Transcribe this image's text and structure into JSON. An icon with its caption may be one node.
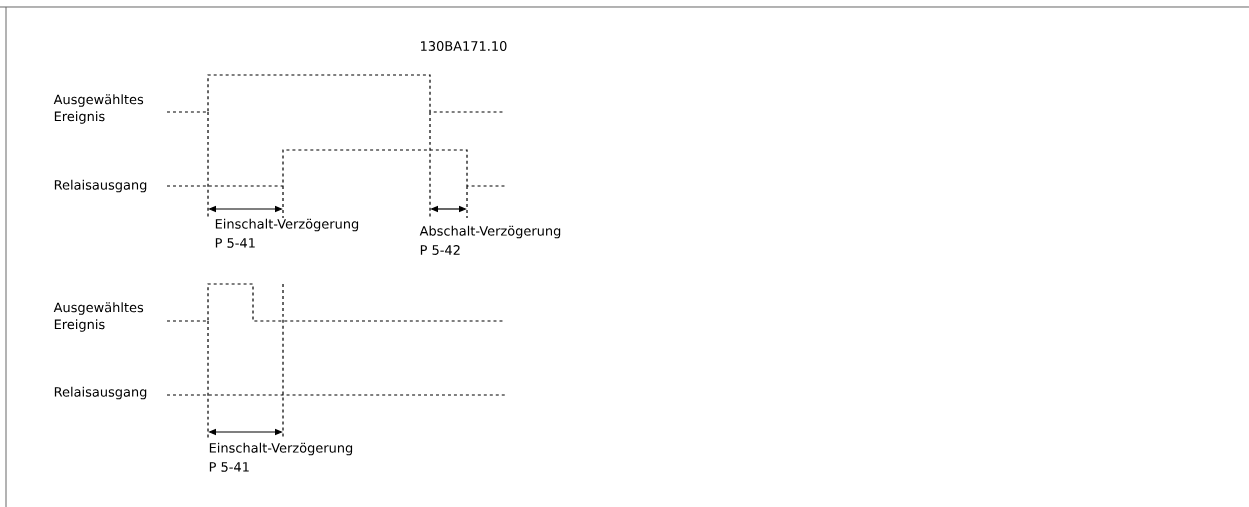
{
  "diagram": {
    "labels": [
      "130BA171.10",
      "Ausgewähltes Ereignis",
      "Relaisausgang",
      "Einschalt-Verzögerung",
      "P 5-41",
      "Abschalt-Verzögerung",
      "P 5-42",
      "Ausgewähltes Ereignis",
      "Relaisausgang",
      "Einschalt-Verzögerung",
      "P 5-41"
    ]
  }
}
